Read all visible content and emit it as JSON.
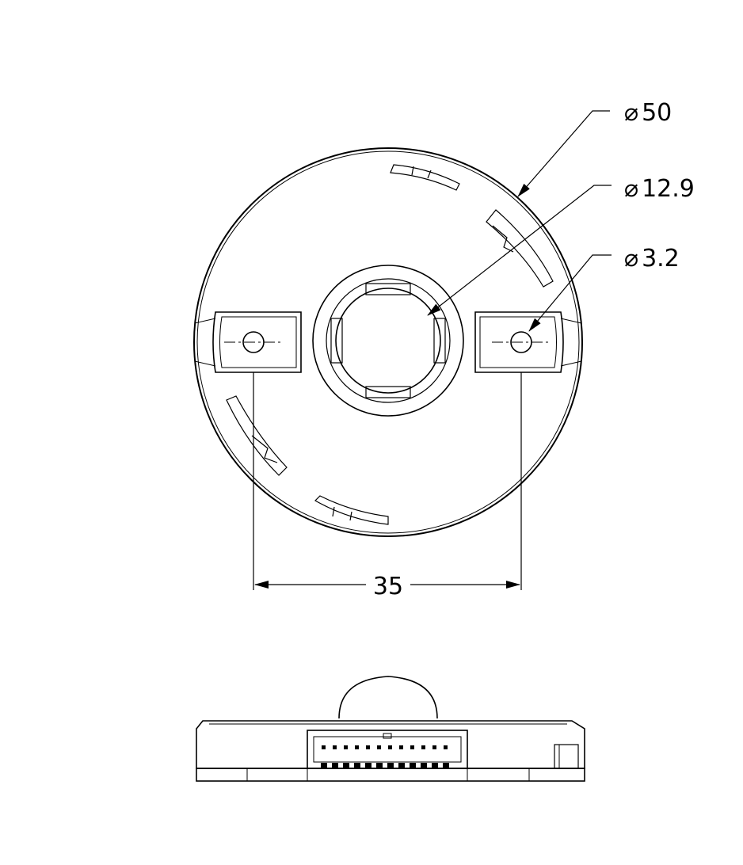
{
  "dimensions": {
    "outer_diameter": "50",
    "inner_diameter": "12.9",
    "hole_diameter": "3.2",
    "hole_spacing": "35"
  },
  "symbols": {
    "diameter": "⌀"
  },
  "colors": {
    "line": "#000000",
    "background": "#ffffff"
  }
}
